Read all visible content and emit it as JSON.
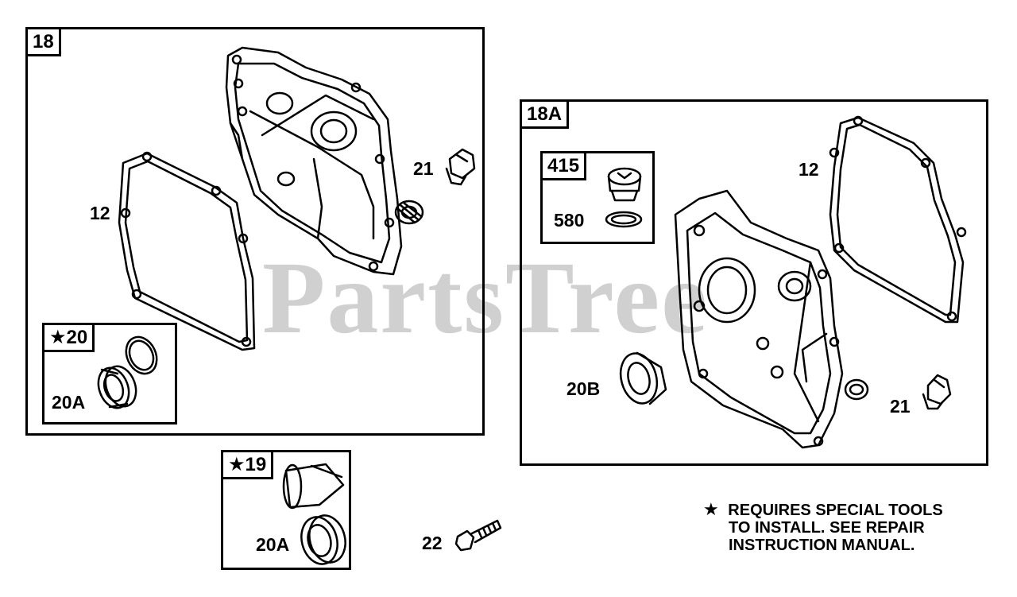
{
  "watermark": "PartsTree",
  "groups": {
    "g18": "18",
    "g18a": "18A",
    "g415": "415",
    "g20": "★20",
    "g19": "★19"
  },
  "labels": {
    "left_12": "12",
    "left_21": "21",
    "left_20a": "20A",
    "bottom_20a": "20A",
    "bottom_22": "22",
    "right_12": "12",
    "right_580": "580",
    "right_20b": "20B",
    "right_21": "21"
  },
  "note": {
    "star": "★",
    "line1": "REQUIRES SPECIAL TOOLS",
    "line2": "TO INSTALL.  SEE REPAIR",
    "line3": "INSTRUCTION MANUAL."
  }
}
